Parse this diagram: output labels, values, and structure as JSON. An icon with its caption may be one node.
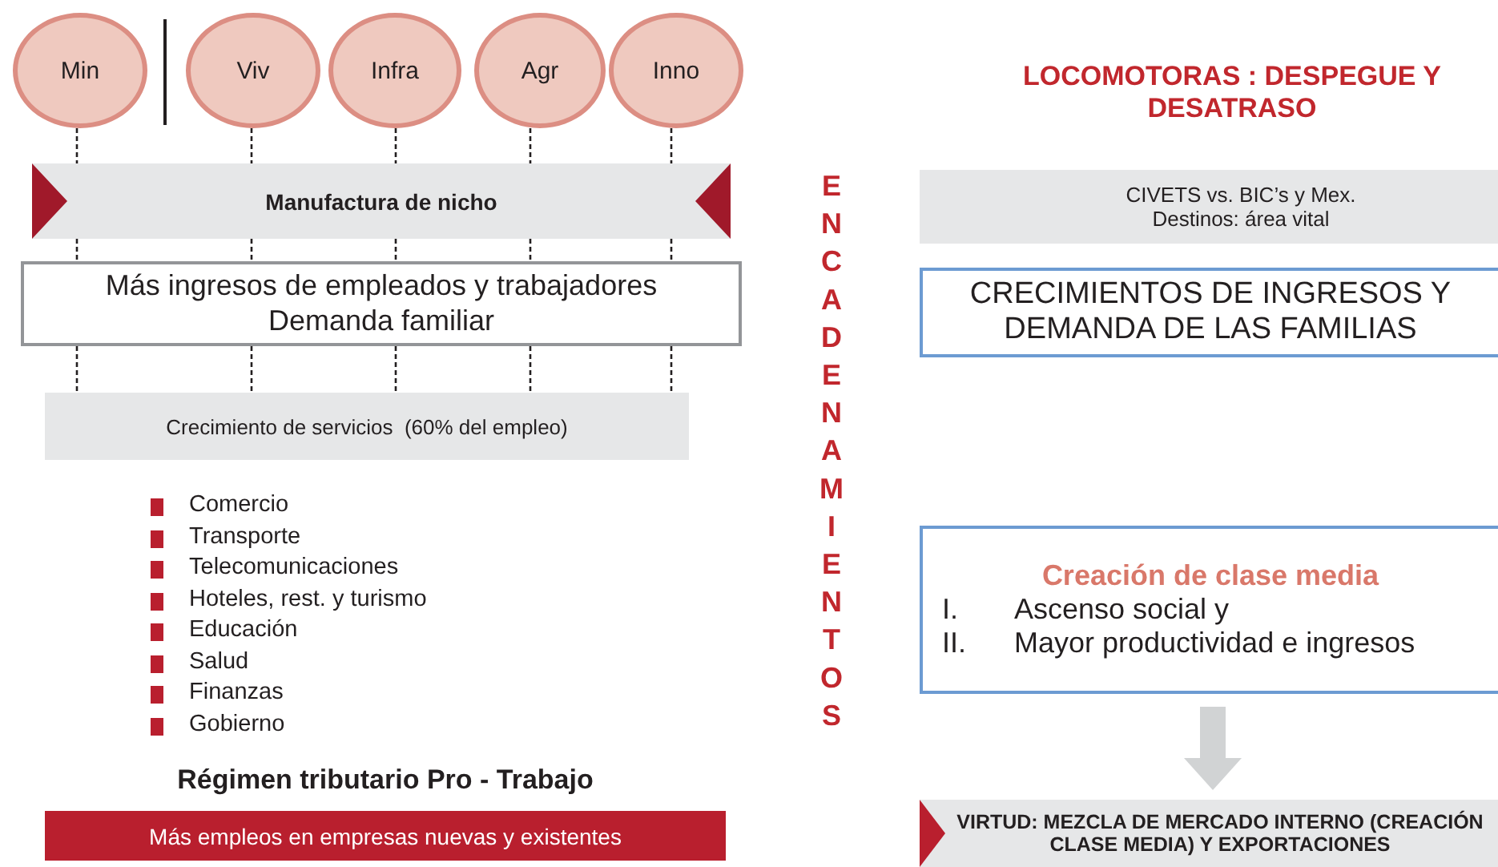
{
  "diagram": {
    "nodes": [
      {
        "text": [
          "Min"
        ]
      },
      {
        "text": [
          "Viv"
        ]
      },
      {
        "text": [
          "Infra"
        ]
      },
      {
        "text": [
          "Agr"
        ]
      },
      {
        "text": [
          "Inno"
        ]
      },
      {
        "text": [
          "Manufactura de nicho"
        ]
      },
      {
        "text": [
          "Más ingresos de empleados y trabajadores Demanda familiar"
        ]
      },
      {
        "text": [
          "Crecimiento de servicios  (60% del empleo)"
        ]
      },
      {
        "text": [
          "Más empleos en empresas nuevas y existentes"
        ]
      },
      {
        "text": [
          "CIVETS vs. BIC’s y Mex. Destinos: área vital"
        ]
      },
      {
        "text": [
          "CRECIMIENTOS DE INGRESOS Y DEMANDA DE LAS FAMILIAS"
        ]
      },
      {
        "text": [
          "Creación de clase media",
          "I.\tAscenso social y",
          "II.\tMayor productividad e ingresos"
        ]
      },
      {
        "text": [
          "VIRTUD: MEZCLA DE MERCADO INTERNO (CREACIÓN CLASE MEDIA) Y EXPORTACIONES"
        ]
      }
    ],
    "edges": [
      {
        "from": 0,
        "to": 5,
        "arrow": "none",
        "style": "dashed"
      },
      {
        "from": 1,
        "to": 5,
        "arrow": "none",
        "style": "dashed"
      },
      {
        "from": 2,
        "to": 5,
        "arrow": "none",
        "style": "dashed"
      },
      {
        "from": 3,
        "to": 5,
        "arrow": "none",
        "style": "dashed"
      },
      {
        "from": 4,
        "to": 5,
        "arrow": "none",
        "style": "dashed"
      },
      {
        "from": 5,
        "to": 6,
        "arrow": "none",
        "style": "dashed"
      },
      {
        "from": 5,
        "to": 6,
        "arrow": "none",
        "style": "dashed"
      },
      {
        "from": 5,
        "to": 6,
        "arrow": "none",
        "style": "dashed"
      },
      {
        "from": 5,
        "to": 6,
        "arrow": "none",
        "style": "dashed"
      },
      {
        "from": 5,
        "to": 6,
        "arrow": "none",
        "style": "dashed"
      },
      {
        "from": 6,
        "to": 7,
        "arrow": "none",
        "style": "dashed"
      },
      {
        "from": 6,
        "to": 7,
        "arrow": "none",
        "style": "dashed"
      },
      {
        "from": 6,
        "to": 7,
        "arrow": "none",
        "style": "dashed"
      },
      {
        "from": 6,
        "to": 7,
        "arrow": "none",
        "style": "dashed"
      },
      {
        "from": 6,
        "to": 7,
        "arrow": "none",
        "style": "dashed"
      },
      {
        "from": 11,
        "to": 12,
        "arrow": "to",
        "style": "thick",
        "color": "#d1d3d4"
      }
    ],
    "labels": [
      "Comercio",
      "Transporte",
      "Telecomunicaciones",
      "Hoteles, rest. y turismo",
      "Educación",
      "Salud",
      "Finanzas",
      "Gobierno",
      "Régimen tributario Pro - Trabajo",
      "ENCADENAMIENTOS",
      "LOCOMOTORAS : DESPEGUE Y DESATRASO"
    ]
  }
}
